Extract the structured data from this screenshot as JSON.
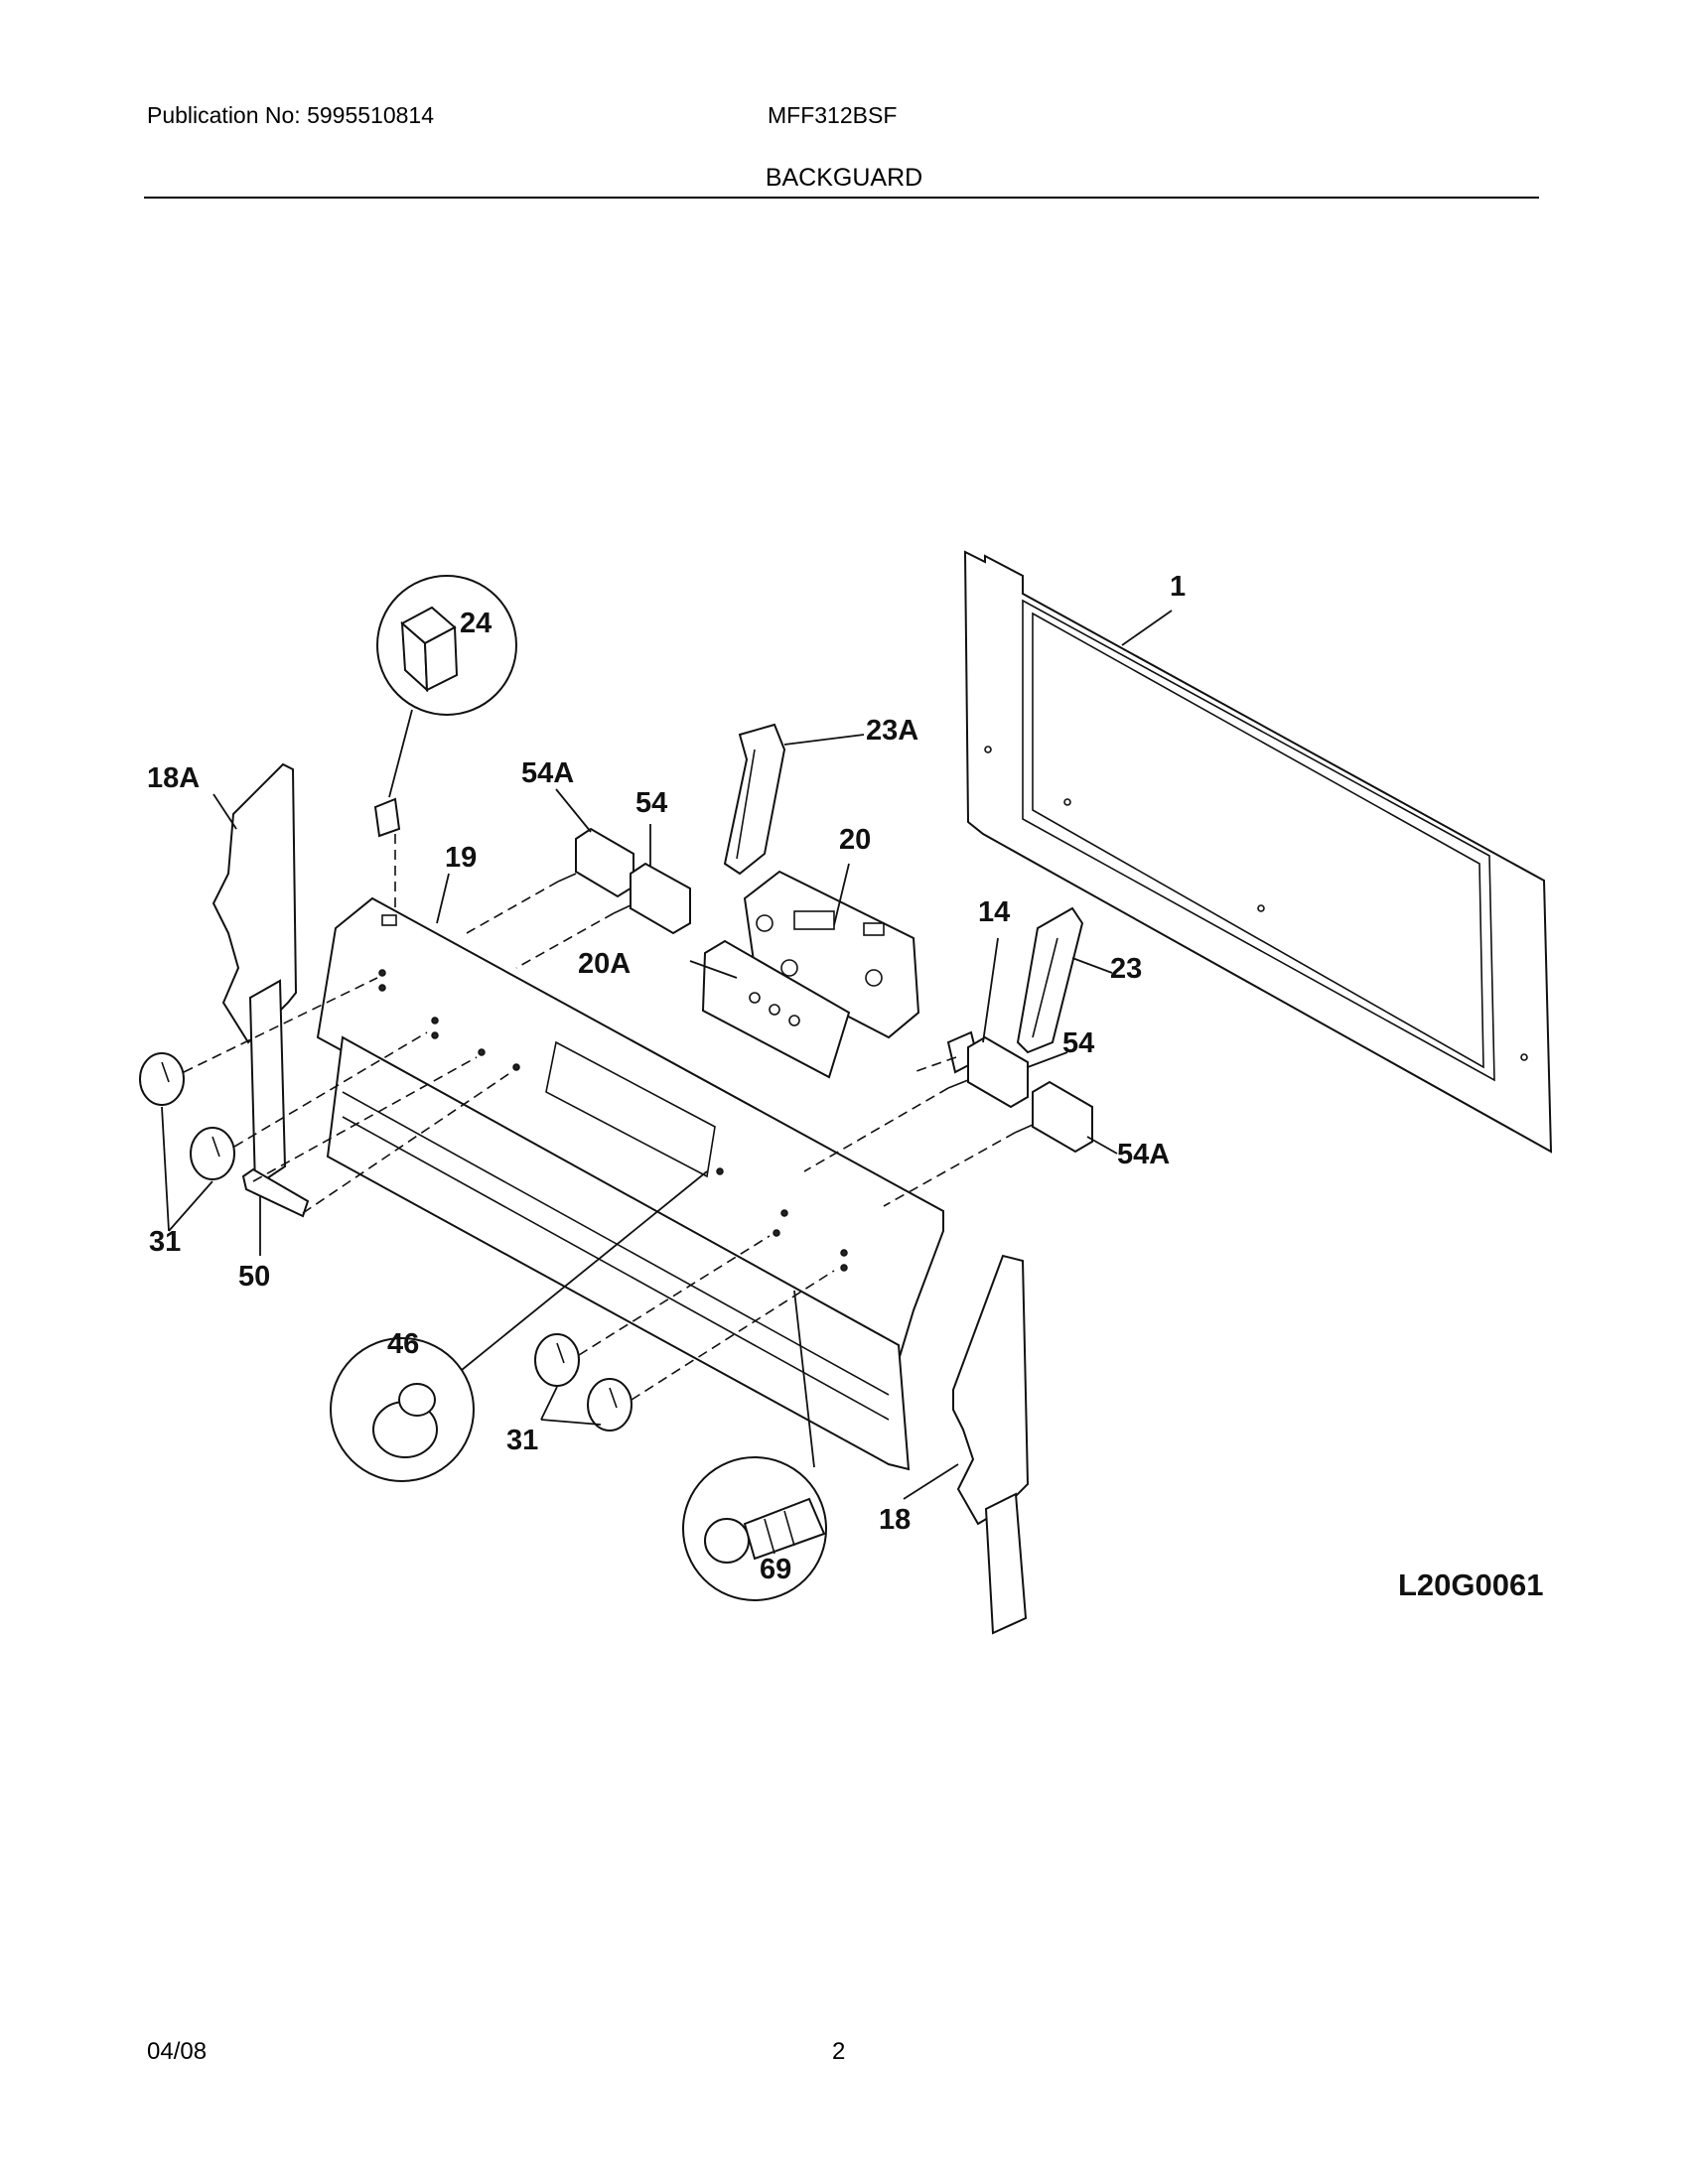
{
  "header": {
    "publication": "Publication No: 5995510814",
    "model": "MFF312BSF",
    "title": "BACKGUARD"
  },
  "diagram": {
    "code": "L20G0061",
    "callouts": {
      "p1": "1",
      "p24": "24",
      "p23a": "23A",
      "p18a": "18A",
      "p54a_top": "54A",
      "p54_top": "54",
      "p19": "19",
      "p20": "20",
      "p20a": "20A",
      "p14": "14",
      "p23": "23",
      "p54_mid": "54",
      "p54a_mid": "54A",
      "p31_left": "31",
      "p50": "50",
      "p46": "46",
      "p31_bottom": "31",
      "p69": "69",
      "p18": "18"
    }
  },
  "footer": {
    "date": "04/08",
    "page": "2"
  }
}
